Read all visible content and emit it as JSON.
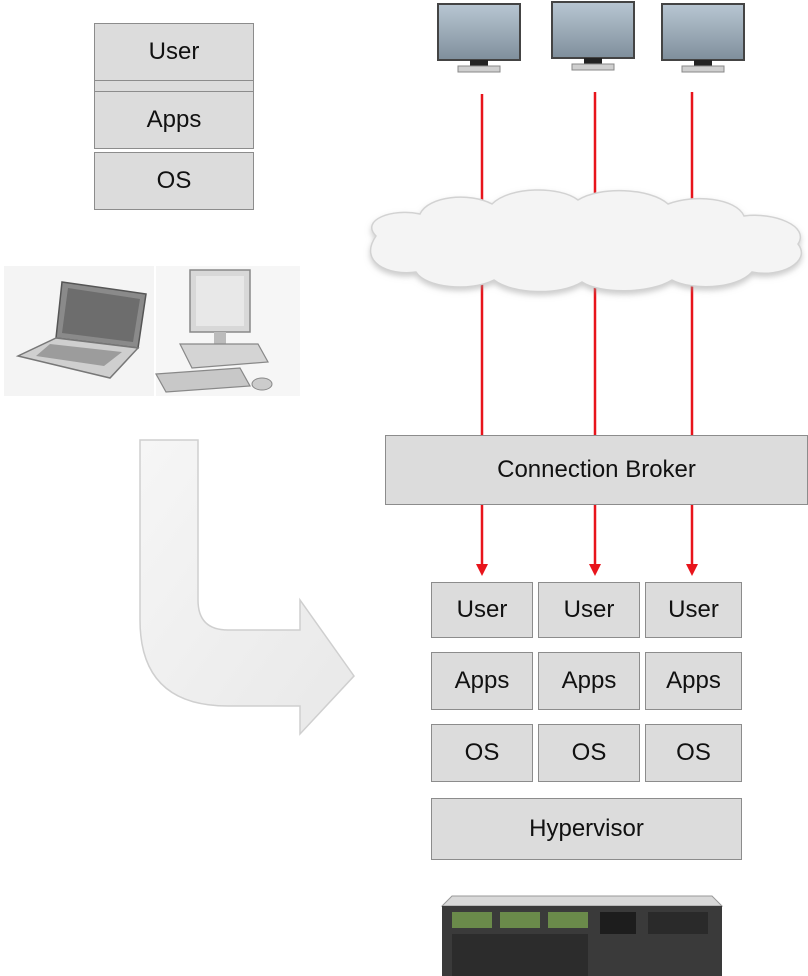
{
  "local_stack": {
    "user": "User",
    "apps": "Apps",
    "os": "OS"
  },
  "broker": {
    "label": "Connection Broker"
  },
  "vdi_stacks": [
    {
      "user": "User",
      "apps": "Apps",
      "os": "OS"
    },
    {
      "user": "User",
      "apps": "Apps",
      "os": "OS"
    },
    {
      "user": "User",
      "apps": "Apps",
      "os": "OS"
    }
  ],
  "hypervisor": {
    "label": "Hypervisor"
  },
  "colors": {
    "connection_line": "#e8141b",
    "box_fill": "#dcdcdc",
    "arrow_fill": "#efefef"
  },
  "icons": [
    "monitor-icon",
    "cloud-icon",
    "laptop-icon",
    "desktop-pc-icon",
    "server-icon",
    "curved-arrow-icon"
  ]
}
